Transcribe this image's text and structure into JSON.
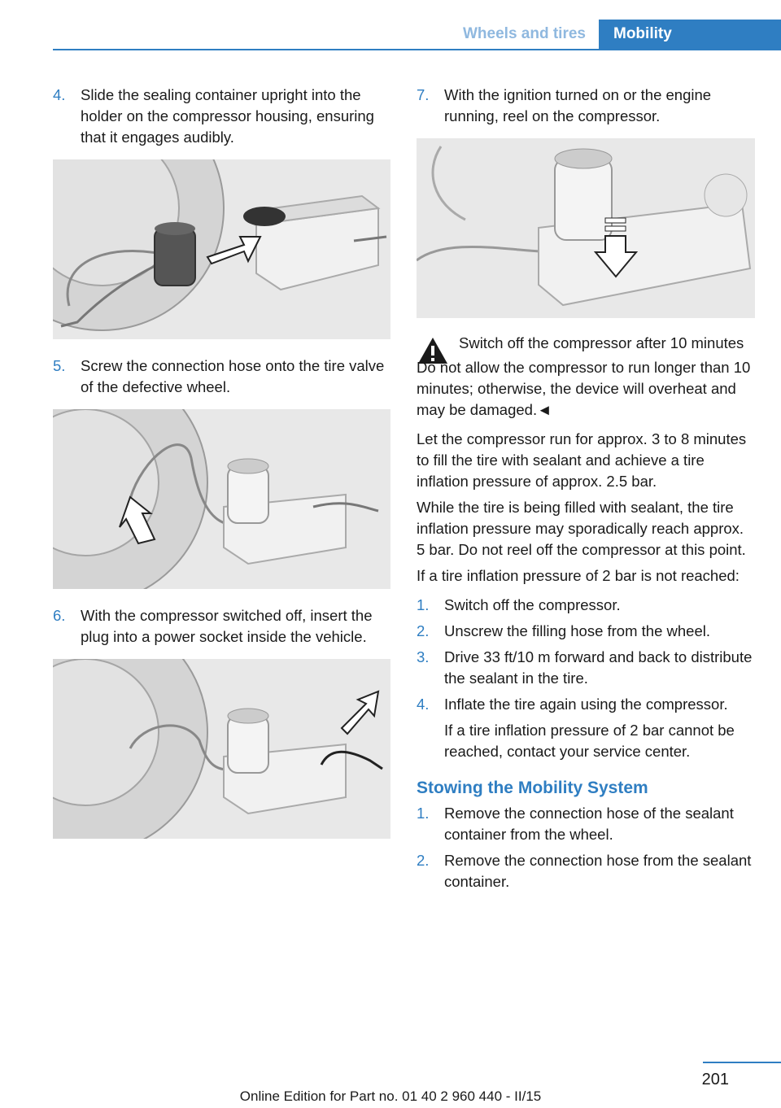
{
  "header": {
    "section": "Wheels and tires",
    "chapter": "Mobility"
  },
  "left": {
    "s4": {
      "num": "4.",
      "text": "Slide the sealing container upright into the holder on the compressor housing, ensur­ing that it engages audibly."
    },
    "s5": {
      "num": "5.",
      "text": "Screw the connection hose onto the tire valve of the defective wheel."
    },
    "s6": {
      "num": "6.",
      "text": "With the compressor switched off, insert the plug into a power socket inside the ve­hicle."
    }
  },
  "right": {
    "s7": {
      "num": "7.",
      "text": "With the ignition turned on or the engine running, reel on the compressor."
    },
    "warning": {
      "title": "Switch off the compressor after 10 mi­nutes",
      "body": "Do not allow the compressor to run longer than 10 minutes; otherwise, the device will overheat and may be damaged.◄"
    },
    "p1": "Let the compressor run for approx. 3 to 8 mi­nutes to fill the tire with sealant and achieve a tire inflation pressure of approx. 2.5 bar.",
    "p2": "While the tire is being filled with sealant, the tire inflation pressure may sporadically reach approx. 5 bar. Do not reel off the compressor at this point.",
    "p3": "If a tire inflation pressure of 2 bar is not reached:",
    "list": [
      {
        "num": "1.",
        "text": "Switch off the compressor."
      },
      {
        "num": "2.",
        "text": "Unscrew the filling hose from the wheel."
      },
      {
        "num": "3.",
        "text": "Drive 33 ft/10 m forward and back to dis­tribute the sealant in the tire."
      },
      {
        "num": "4.",
        "text": "Inflate the tire again using the compressor.",
        "sub": "If a tire inflation pressure of 2 bar cannot be reached, contact your service center."
      }
    ],
    "heading": "Stowing the Mobility System",
    "stow": [
      {
        "num": "1.",
        "text": "Remove the connection hose of the seal­ant container from the wheel."
      },
      {
        "num": "2.",
        "text": "Remove the connection hose from the sealant container."
      }
    ]
  },
  "footer": {
    "page": "201",
    "edition": "Online Edition for Part no. 01 40 2 960 440 - II/15"
  },
  "colors": {
    "accent": "#2f7ec2",
    "header_muted": "#8fb8df",
    "figure_bg": "#e8e8e8"
  }
}
